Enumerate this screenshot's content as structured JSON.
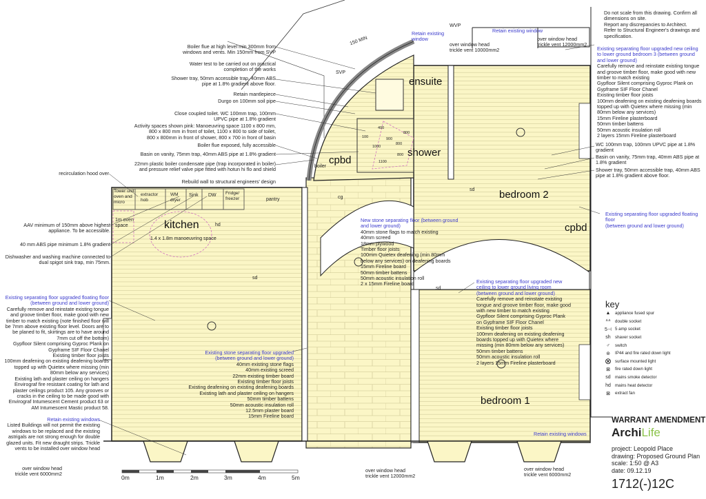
{
  "general_notes": [
    "Do not scale from this drawing. Confirm all",
    "dimensions on site.",
    "Report any discrepancies to Architect.",
    "Refer to Structural Engineer's drawings and",
    "specification."
  ],
  "top_left_notes": [
    [
      "Boiler flue at high level min 300mm from",
      "windows and vents. Min 150mm from SVP"
    ],
    [
      "Water test to be carried out on practical",
      "completion of the works"
    ],
    [
      "Shower tray, 50mm accessible trap, 40mm ABS",
      "pipe at 1.8% gradient above floor."
    ],
    [
      "Retain mantlepiece"
    ],
    [
      "Durgo on 100mm soil pipe"
    ],
    [
      "Close coupled toilet. WC 100mm trap, 100mm",
      "UPVC pipe at 1.8% gradient"
    ],
    [
      "Activity spaces shown pink: Manoeuvring space 1100 x 800 mm,",
      "800 x 800 mm in front of toilet, 1100 x 800 to side of toilet,",
      "800 x 800mm in front of shower, 800 x 700 in front of basin"
    ],
    [
      "Boiler flue exposed, fully accessible"
    ],
    [
      "Basin on vanity, 75mm trap, 40mm ABS pipe at 1.8% gradient"
    ],
    [
      "22mm plastic boiler condensate pipe (trap incorporated in boiler)",
      "and pressure relief valve pipe fitted with hotun hi flo and shield"
    ]
  ],
  "recirculation": "recirculation hood over",
  "rebuild_wall": "Rebuild wall to structural engineers' design",
  "kitchen_notes": {
    "aav": [
      "AAV minimum of 150mm above highest",
      "appliance. To be accessible."
    ],
    "abs": "40 mm ABS pipe minimum 1.8% gradient",
    "dw": [
      "Dishwasher and washing machine connected to",
      "dual spigot sink trap, min 75mm."
    ]
  },
  "bedroom3_floor": {
    "title": [
      "Existing separating floor upgraded new ceiling",
      "to lower ground bedroom 3 (between ground",
      "and lower ground)"
    ],
    "lines": [
      "Carefully remove and reinstate existing tongue",
      "and groove timber floor, make good with new",
      "timber to match existing",
      "Gypfloor Silent comprising Gyproc Plank on",
      "Gypframe SIF Floor Chanel",
      "Existing timber floor joists",
      "100mm deafening on existing deafening boards",
      "topped up with Quietex where missing (min",
      "80mm below any services)",
      "15mm Fireline plasterboard",
      "50mm timber battens",
      "50mm acoustic insulation roll",
      "2 layers 15mm Fireline plasterboard"
    ]
  },
  "right_notes": [
    [
      "WC 100mm trap, 100mm UPVC pipe at 1.8%",
      "gradient"
    ],
    [
      "Basin on vanity, 75mm trap, 40mm ABS pipe at",
      "1.8% gradient"
    ],
    [
      "Shower tray, 50mm accessible trap, 40mm ABS",
      "pipe at 1.8% gradient above floor."
    ]
  ],
  "floating_floor_right": [
    "Existing separating floor upgraded floating",
    "floor",
    "(between ground and lower ground)"
  ],
  "left_floor": {
    "title": [
      "Existing separating floor upgraded floating floor",
      "(between ground and lower ground)"
    ],
    "lines": [
      "Carefully remove and reinstate existing tongue",
      "and groove timber floor, make good with new",
      "timber to match existing (note finished floor will",
      "be 7mm above existing floor level. Doors are to",
      "be planed to fit, skirtings are to have around",
      "7mm cut off the bottom)",
      "Gypfloor Silent comprising Gyproc Plank on",
      "Gypframe SIF Floor Chanel",
      "Existing timber floor joists",
      "100mm deafening on existing deafening boards",
      "topped up with Quietex where missing (min",
      "80mm below any services)",
      "Existing lath and plaster ceiling on hangers",
      "Envirograf fire resistant coating for lath and",
      "plaster ceilings product 105. Any grooves or",
      "cracks in the ceiling to be made good with",
      "Envirograf Intumescent Cement product 63 or",
      "AM Intumescent Mastic product 58."
    ]
  },
  "windows_left": {
    "title": "Retain existing windows",
    "lines": [
      "Listed Buildings will not permit the existing",
      "windows to be replaced and the existing",
      "astrigals are not strong enough for double",
      "glazed units. Fit new draught strips. Trickle",
      "vents to be installed over window head"
    ]
  },
  "stone_floor": {
    "title": [
      "Existing stone separating floor upgraded",
      "(between ground and lower ground)"
    ],
    "lines": [
      "40mm existing stone flags",
      "40mm existing screed",
      "22mm existing timber board",
      "Existing timber floor joists",
      "Existing deafening on existing deafening boards",
      "Existing lath and plaster ceiling on hangers",
      "50mm timber battens",
      "50mm acoustic insulation roll",
      "12.5mm plaster board",
      "15mm Fireline board"
    ]
  },
  "new_stone_floor": {
    "title": [
      "New stone separating floor (between ground",
      "and lower ground)"
    ],
    "lines": [
      "40mm stone flags to match existing",
      "40mm screed",
      "18mm plywood",
      "Timber floor joists",
      "100mm Quietex deafening (min 80mm",
      "below  any services) on deafening boards",
      "15mm Fireline board",
      "50mm timber battens",
      "50mm acoustic insulation roll",
      "2 x 15mm Fireline board"
    ]
  },
  "living_floor": {
    "title": [
      "Existing separating floor upgraded new",
      "ceiling to lower ground living room",
      "(between ground and lower ground)"
    ],
    "lines": [
      "Carefully remove and reinstate existing",
      "tongue and groove timber floor, make good",
      "with new timber to match existing",
      "Gypfloor Silent comprising Gyproc Plank",
      "on Gypframe SIF Floor Chanel",
      "Existing timber floor joists",
      "100mm deafening on existing deafening",
      "boards topped up with Quietex where",
      "missing (min 80mm below any services)",
      "50mm timber battens",
      "50mm acoustic insulation roll",
      "2 layers 15mm Fireline plasterboard"
    ]
  },
  "top_labels": {
    "retain_window_1": [
      "Retain existing",
      "window"
    ],
    "wvp": "WVP",
    "retain_window_2": "Retain existing window",
    "vent_10000": [
      "over window head",
      "trickle vent 10000mm2"
    ],
    "vent_12000_top": [
      "over window head",
      "trickle vent 12000mm2"
    ],
    "min150": "150 MIN",
    "svp": "SVP"
  },
  "bottom_labels": {
    "vent_left": [
      "over window head",
      "trickle vent 6000mm2"
    ],
    "vent_mid": [
      "over window head",
      "trickle vent 12000mm2"
    ],
    "vent_right": [
      "over window head",
      "trickle vent 6000mm2"
    ],
    "retain_windows_right": "Retain existing windows"
  },
  "rooms": {
    "ensuite": "ensuite",
    "shower": "shower",
    "cpbd_left": "cpbd",
    "cpbd_right": "cpbd",
    "bedroom2": "bedroom 2",
    "bedroom1": "bedroom 1",
    "kitchen": "kitchen",
    "manoeuvring": "1.4 x 1.8m manoeuvring space",
    "boiler": "boiler",
    "pantry": "pantry",
    "oven_space": [
      "1m oven",
      "space"
    ]
  },
  "appliances": [
    "Tower unit oven and micro",
    "extractor hob",
    "WM dryer",
    "Sink",
    "DW",
    "Fridge/ freezer"
  ],
  "dims": [
    "400",
    "800",
    "800",
    "1000",
    "800",
    "1100",
    "100",
    "900"
  ],
  "symbols": {
    "sd": "sd",
    "hd": "hd",
    "cg": "cg"
  },
  "key": {
    "title": "key",
    "items": [
      {
        "icon": "fused-spur",
        "glyph": "▲",
        "label": "appliance fused spur"
      },
      {
        "icon": "double-socket",
        "glyph": "ᐞᐞ",
        "label": "double socket"
      },
      {
        "icon": "5-amp-socket",
        "glyph": "5⊣",
        "label": "5 amp socket"
      },
      {
        "icon": "shaver-socket",
        "glyph": "sh",
        "label": "shaver socket"
      },
      {
        "icon": "switch",
        "glyph": "♂",
        "label": "switch"
      },
      {
        "icon": "ip44-downlight",
        "glyph": "⊚",
        "label": "IP44 and fire rated down light"
      },
      {
        "icon": "surface-light",
        "glyph": "⊗",
        "label": "surface mounted light"
      },
      {
        "icon": "fire-downlight",
        "glyph": "⊠",
        "label": "fire rated down light"
      },
      {
        "icon": "smoke-detector",
        "glyph": "sd",
        "label": "mains smoke detector"
      },
      {
        "icon": "heat-detector",
        "glyph": "hd",
        "label": "mains heat detector"
      },
      {
        "icon": "extract-fan",
        "glyph": "⊠",
        "label": "extract fan"
      }
    ]
  },
  "title_block": {
    "warrant": "WARRANT AMENDMENT",
    "logo_a": "Archi",
    "logo_b": "Life",
    "project": "project:   Leopold Place",
    "drawing": "drawing: Proposed Ground Plan",
    "scale": "scale: 1:50 @ A3",
    "date": "date: 09.12.19",
    "number": "1712(-)12C"
  },
  "scale_bar": [
    "0m",
    "1m",
    "2m",
    "3m",
    "4m",
    "5m"
  ],
  "colors": {
    "floor": "#fbf6c6",
    "annotation_blue": "#3a3acc",
    "activity_pink": "#d070c0",
    "logo_green": "#8bc34a"
  }
}
